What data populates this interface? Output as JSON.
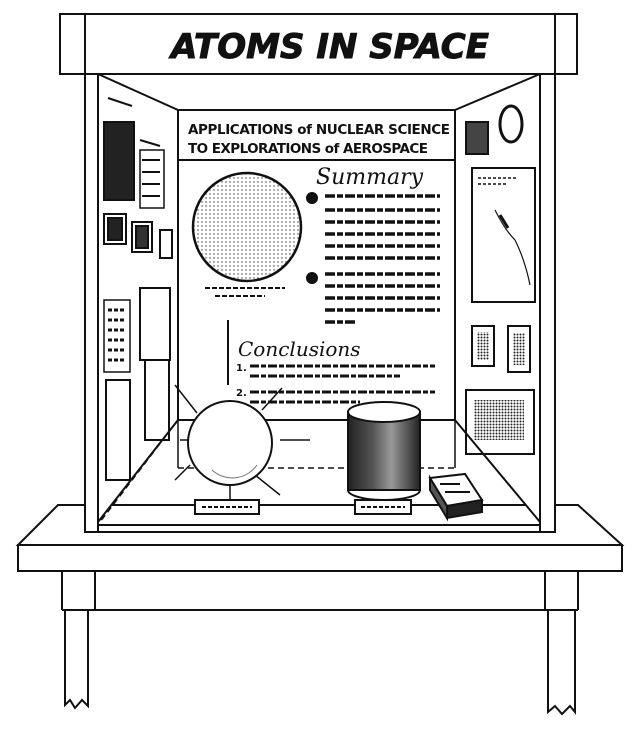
{
  "banner": {
    "title": "ATOMS IN SPACE"
  },
  "back_panel": {
    "heading_line1": "APPLICATIONS of NUCLEAR SCIENCE",
    "heading_line2": "TO EXPLORATIONS of AEROSPACE",
    "summary_title": "Summary",
    "conclusions_title": "Conclusions",
    "conclusion_numbers": [
      "1.",
      "2."
    ]
  },
  "colors": {
    "ink": "#111111",
    "paper": "#ffffff"
  }
}
